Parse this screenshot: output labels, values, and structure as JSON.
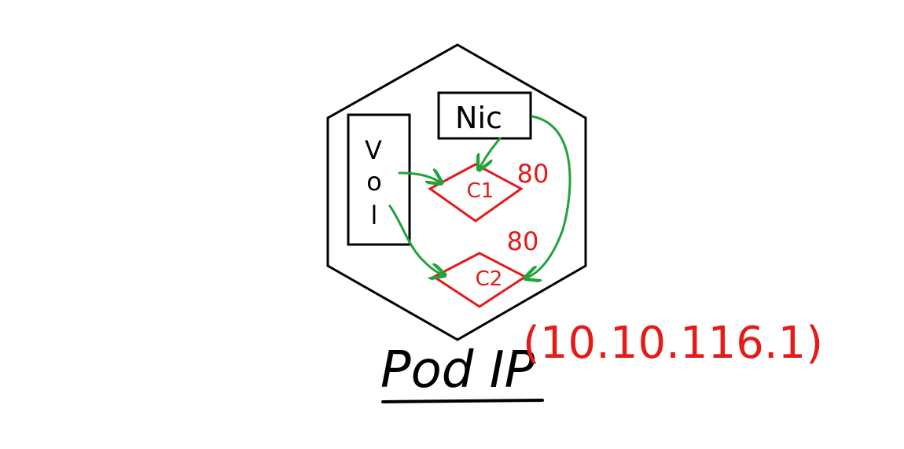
{
  "pod": {
    "nic_label": "Nic",
    "vol_letters": [
      "V",
      "o",
      "l"
    ],
    "c1_label": "C1",
    "c2_label": "C2",
    "port_c1": "80",
    "port_c2": "80",
    "pod_label": "Pod IP",
    "ip_label": "(10.10.116.1)"
  },
  "colors": {
    "outline": "#000000",
    "container": "#e31b1b",
    "arrow": "#21a33a"
  }
}
